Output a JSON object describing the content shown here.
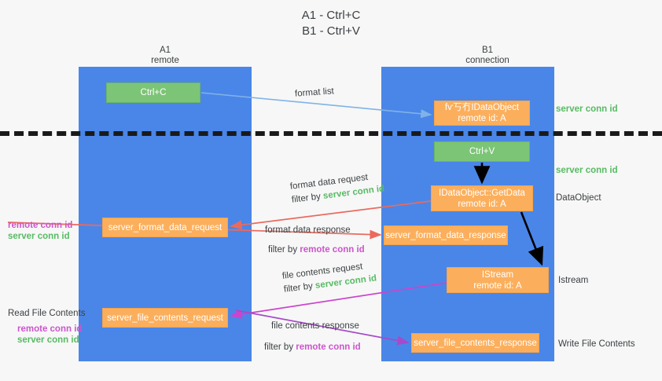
{
  "title": {
    "line1": "A1 - Ctrl+C",
    "line2": "B1 - Ctrl+V"
  },
  "lanes": [
    {
      "name": "A1",
      "sub": "remote"
    },
    {
      "name": "B1",
      "sub": "connection"
    }
  ],
  "boxes": {
    "ctrl_c": "Ctrl+C",
    "idataobject": {
      "line1": "fѵ丂冇IDataObject",
      "line2": "remote id: A"
    },
    "ctrl_v": "Ctrl+V",
    "getdata": {
      "line1": "IDataObject::GetData",
      "line2": "remote id: A"
    },
    "server_format_data_request": "server_format_data_request",
    "server_format_data_response": "server_format_data_response",
    "istream": {
      "line1": "IStream",
      "line2": "remote id: A"
    },
    "server_file_contents_request": "server_file_contents_request",
    "server_file_contents_response": "server_file_contents_response"
  },
  "edges": {
    "format_list": "format list",
    "format_data_request": {
      "main": "format data request",
      "filter_prefix": "filter by ",
      "filter_value": "server conn id"
    },
    "format_data_response": {
      "main": "format data response",
      "filter_prefix": "filter by ",
      "filter_value": "remote conn id"
    },
    "file_contents_request": {
      "main": "file contents request",
      "filter_prefix": "filter by ",
      "filter_value": "server conn id"
    },
    "file_contents_response": {
      "main": "file contents response",
      "filter_prefix": "filter by ",
      "filter_value": "remote conn id"
    }
  },
  "right_labels": {
    "server_conn_id_top": "server conn id",
    "server_conn_id_mid": "server conn id",
    "dataobject": "DataObject",
    "istream": "Istream",
    "write_file_contents": "Write File Contents"
  },
  "left_labels": {
    "read_file_contents": "Read File Contents",
    "remote_conn_id_a": "remote conn id",
    "server_conn_id_a": "server conn id",
    "remote_conn_id_b": "remote conn id",
    "server_conn_id_b": "server conn id"
  },
  "colors": {
    "lane": "#4a86e8",
    "green_box": "#7cc576",
    "orange_box": "#fbaf5d",
    "green_text": "#57bb63",
    "magenta_text": "#cc55cc",
    "arrow_blue": "#7fb3e8",
    "arrow_red": "#ea6a5e",
    "arrow_magenta": "#cc44cc",
    "arrow_purple": "#a64ac9",
    "arrow_black": "#000000",
    "background": "#f7f7f7"
  }
}
